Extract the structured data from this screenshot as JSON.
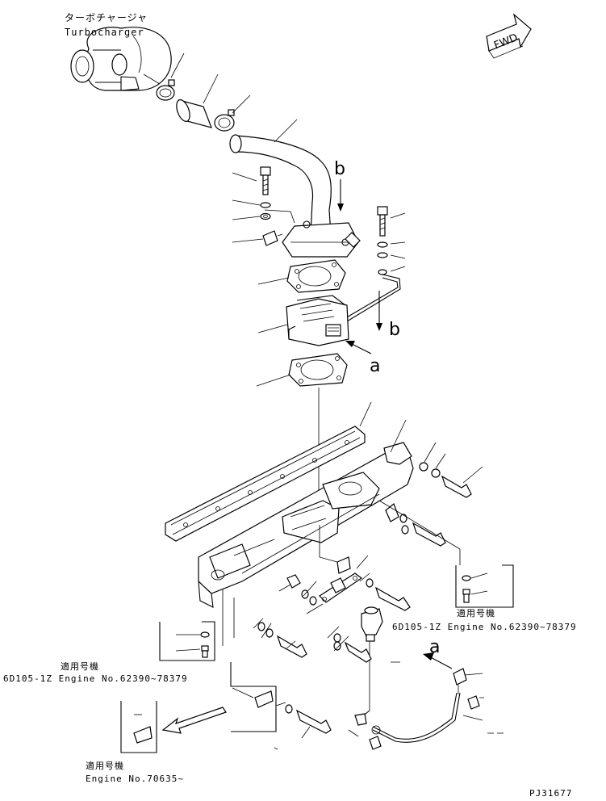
{
  "labels": {
    "turbocharger_jp": "ターボチャージャ",
    "turbocharger_en": "Turbocharger",
    "fwd": "FWD",
    "view_a": "a",
    "view_b_top": "b",
    "view_b_bottom": "b",
    "arrow_a_bottom": "a"
  },
  "applicability": [
    {
      "jp": "適用号機",
      "en": "6D105-1Z Engine No.62390~78379"
    },
    {
      "jp": "適用号機",
      "en": "6D105-1Z Engine No.62390~78379"
    },
    {
      "jp": "適用号機",
      "en": "Engine No.70635~"
    }
  ],
  "drawing_number": "PJ31677"
}
